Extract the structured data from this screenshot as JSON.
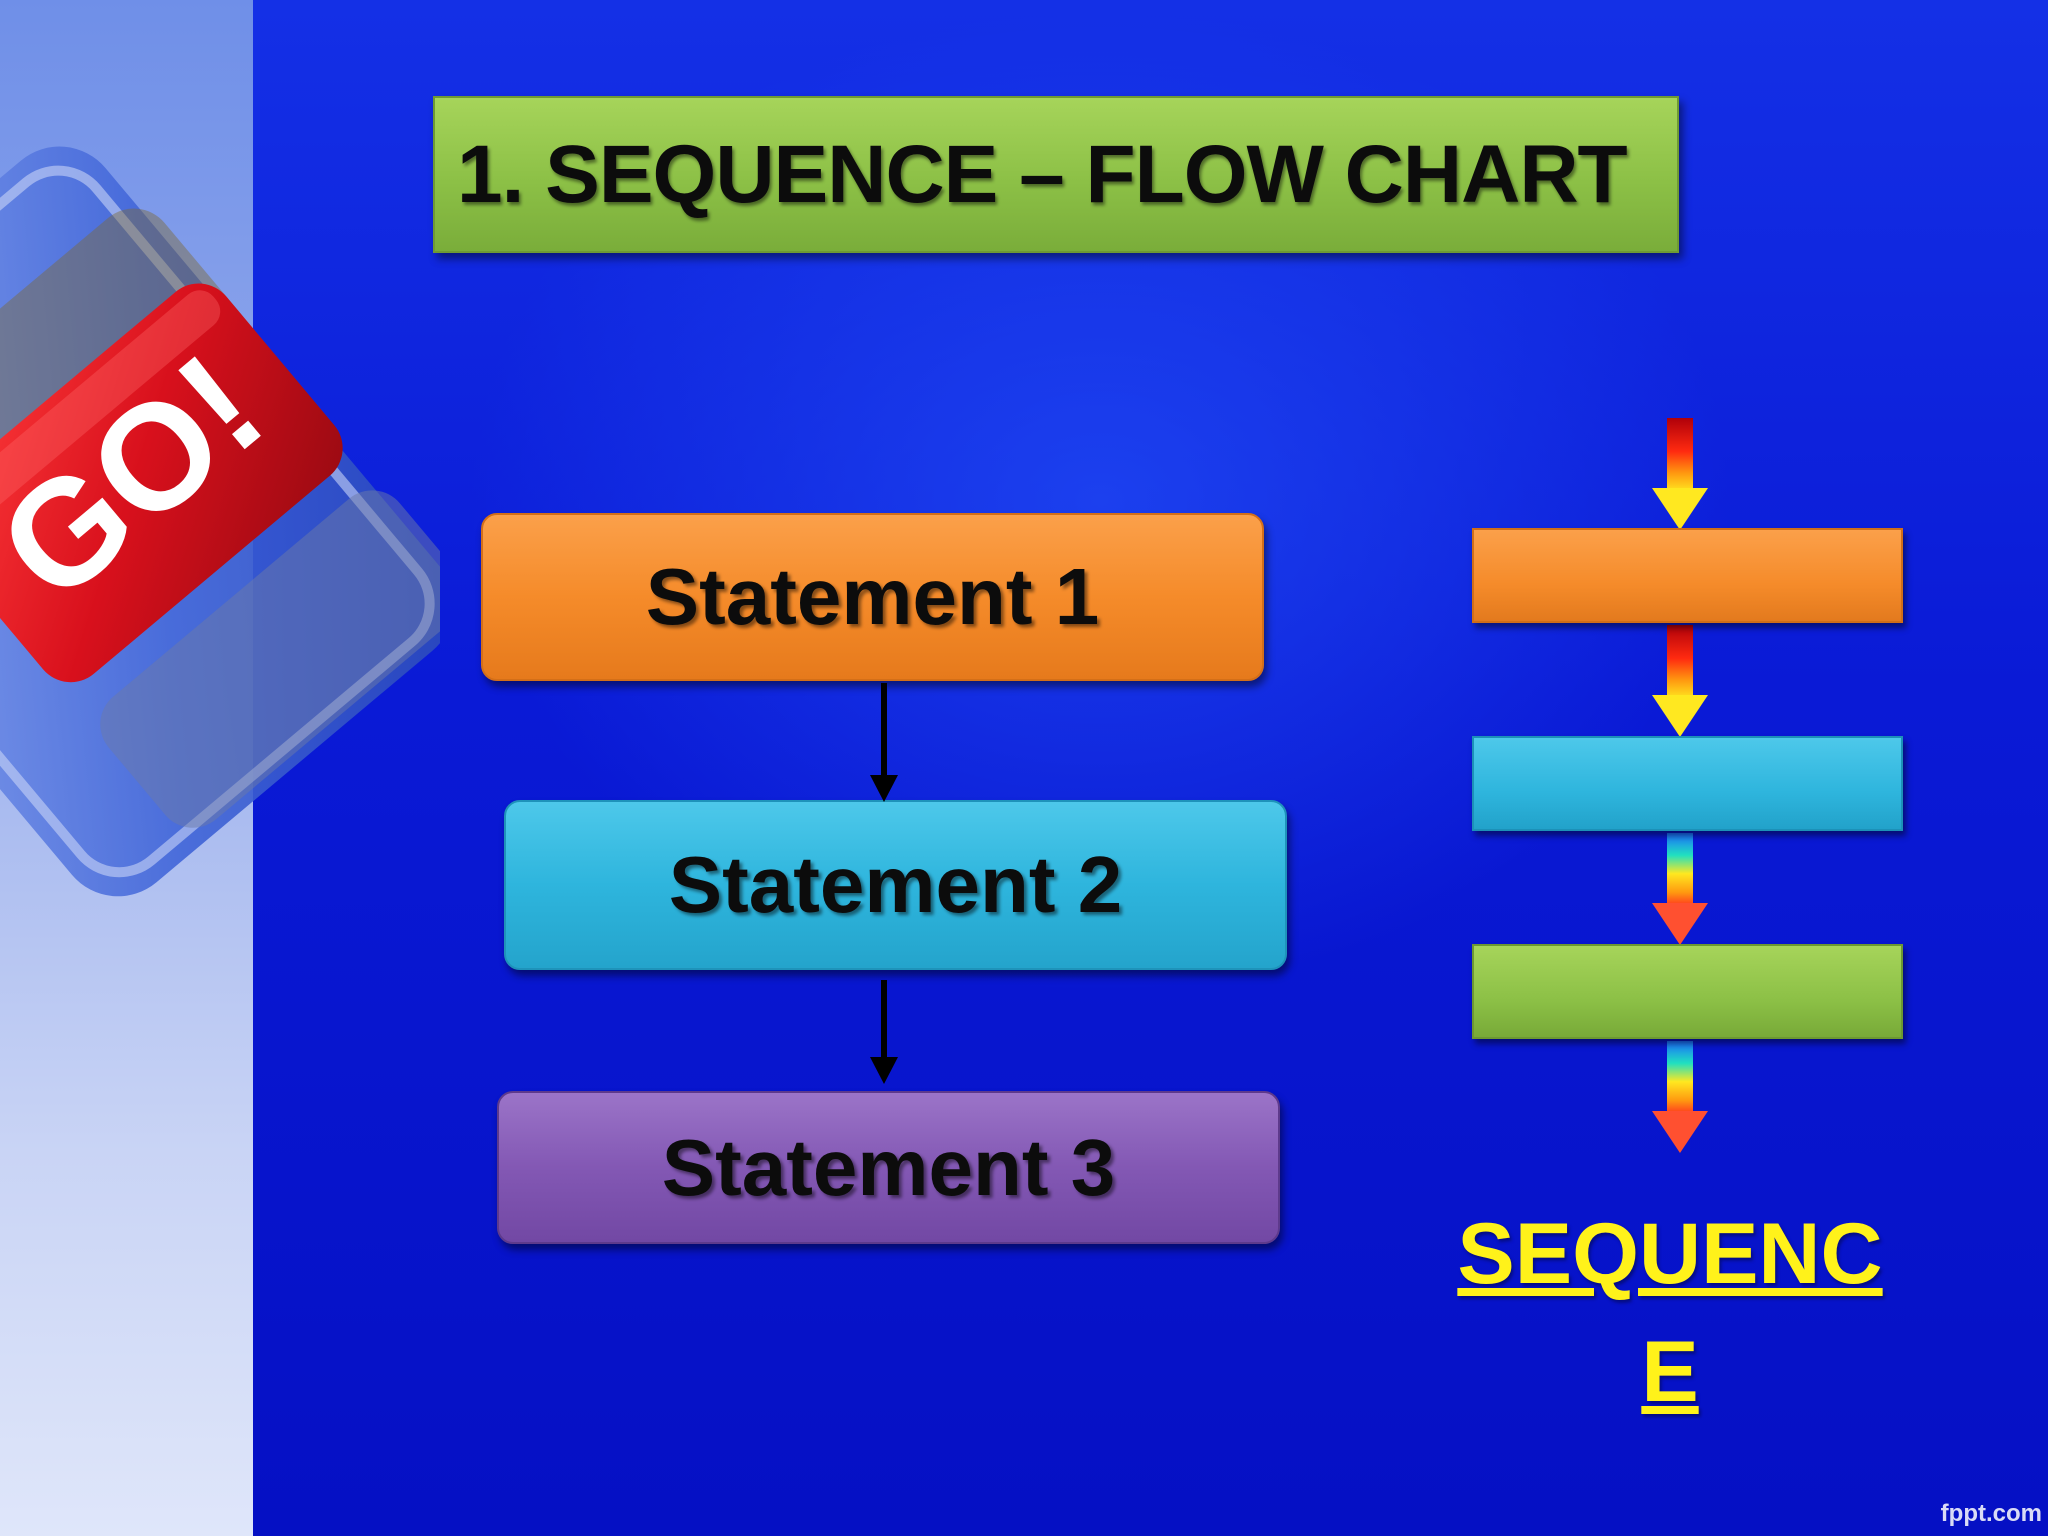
{
  "title": "1.  SEQUENCE – FLOW CHART",
  "statements": [
    {
      "label": "Statement 1",
      "color": "#f58b2a"
    },
    {
      "label": "Statement 2",
      "color": "#2eb5dd"
    },
    {
      "label": "Statement 3",
      "color": "#8358b4"
    }
  ],
  "sequence_graphic": {
    "label_line1": "SEQUENC",
    "label_line2": "E",
    "label_color": "#fff21a",
    "bar_colors": [
      "#f58b2a",
      "#2eb5dd",
      "#8cc046"
    ]
  },
  "key_art": {
    "text": "GO!",
    "color": "#d8101c"
  },
  "watermark": "fppt.com",
  "colors": {
    "background": "#0a17d8",
    "title_bar": "#8cc046"
  }
}
